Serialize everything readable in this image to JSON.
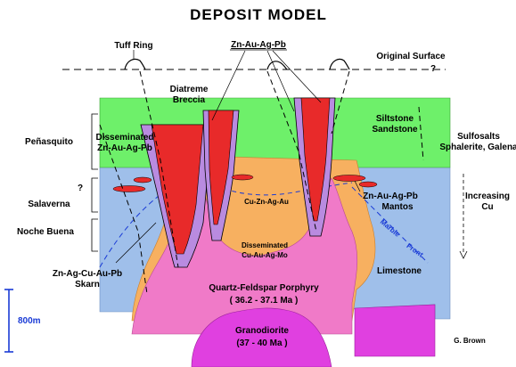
{
  "title": "DEPOSIT MODEL",
  "labels": {
    "tuff_ring": "Tuff Ring",
    "zn_au_ag_pb_top": "Zn-Au-Ag-Pb",
    "original_surface": "Original  Surface",
    "question_mark": "?",
    "diatreme_line1": "Diatreme",
    "diatreme_line2": "Breccia",
    "siltstone_line1": "Siltstone",
    "siltstone_line2": "Sandstone",
    "penasquito": "Peñasquito",
    "disseminated_line1": "Disseminated",
    "disseminated_line2": "Zn-Au-Ag-Pb",
    "sulfosalts_line1": "Sulfosalts",
    "sulfosalts_line2": "Sphalerite, Galena",
    "salaverna": "Salaverna",
    "noche_buena": "Noche Buena",
    "cu_zn_ag_au": "Cu-Zn-Ag-Au",
    "mantos_line1": "Zn-Au-Ag-Pb",
    "mantos_line2": "Mantos",
    "increasing_line1": "Increasing",
    "increasing_line2": "Cu",
    "marble": "Marble",
    "front": "Front",
    "diss_cu_line1": "Disseminated",
    "diss_cu_line2": "Cu-Au-Ag-Mo",
    "limestone": "Limestone",
    "skarn_line1": "Zn-Ag-Cu-Au-Pb",
    "skarn_line2": "Skarn",
    "porphyry_line1": "Quartz-Feldspar Porphyry",
    "porphyry_line2": "( 36.2 - 37.1 Ma )",
    "granodiorite_line1": "Granodiorite",
    "granodiorite_line2": "(37 - 40 Ma )",
    "scale": "800m",
    "author": "G. Brown"
  },
  "colors": {
    "siltstone": "#6ef06a",
    "limestone": "#9fbfea",
    "porphyry": "#f07ac8",
    "granodiorite": "#e040e0",
    "skarn": "#f7b060",
    "breccia": "#e82a2a",
    "breccia_lilac": "#b98be0",
    "scale_bar": "#1a3bd6"
  }
}
